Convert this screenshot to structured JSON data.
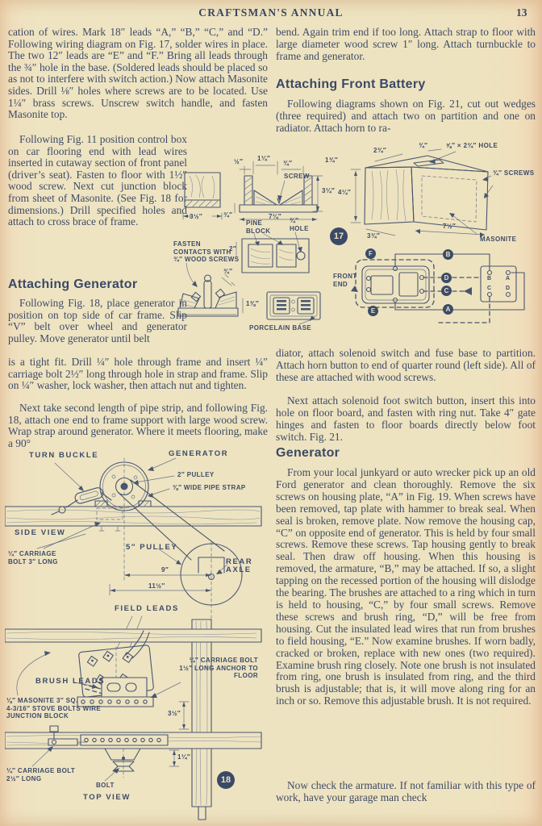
{
  "page": {
    "header": {
      "title": "CRAFTSMAN'S ANNUAL",
      "page_number": "13"
    }
  },
  "left_column": {
    "para1": "cation of wires.  Mark 18″ leads “A,” “B,” “C,” and “D.”  Following wiring diagram on Fig. 17, solder wires in place.  The two 12″ leads are “E” and “F.”  Bring all leads through the ¾″ hole in the base.  (Soldered leads should be placed so as not to interfere with switch action.)  Now attach Masonite sides.  Drill ⅛″ holes where screws are to be located.  Use 1¼″ brass screws. Unscrew switch handle, and fasten Masonite top.",
    "para2": "Following Fig. 11 position control box on car flooring end with lead wires inserted in cutaway section of front panel (driver’s seat). Fasten to floor with 1½″ wood screw. Next cut junction block from sheet of Masonite. (See Fig. 18 for dimensions.) Drill specified holes and attach to cross brace of frame.",
    "heading1": "Attaching Generator",
    "para3a": "Following Fig. 18, place generator in position on top side of car frame. Slip “V” belt over wheel and generator pulley. Move generator until belt",
    "para3b": "is a tight fit.  Drill ¼″ hole through frame and insert ¼″ carriage bolt 2½″ long through hole in strap and frame.  Slip on ¼″ washer, lock washer, then attach nut and tighten.",
    "para4": "Next take second length of pipe strip, and following Fig. 18, attach one end to frame support with large wood screw.  Wrap strap around generator.  Where it meets flooring, make a 90°"
  },
  "right_column": {
    "para1": "bend.  Again trim end if too long.  Attach strap to floor with large diameter wood screw 1″ long. Attach turnbuckle to frame and generator.",
    "heading1": "Attaching Front Battery",
    "para2": "Following diagrams shown on Fig. 21, cut out wedges (three required) and attach two on partition and one on radiator.  Attach horn to ra-",
    "para3": "diator, attach solenoid switch and fuse base to partition.  Attach horn button to end of quarter round (left side).  All of these are attached with wood screws.",
    "para4": "Next attach solenoid foot switch button, insert this into hole on floor board, and fasten with ring nut.  Take 4″ gate hinges and fasten to floor boards directly below foot switch. Fig. 21.",
    "heading2": "Generator",
    "para5": "From your local junkyard or auto wrecker pick up an old Ford generator and clean thoroughly.  Remove the six screws on housing plate, “A” in Fig. 19.  When screws have been removed, tap plate with hammer to break seal. When seal is broken, remove plate.  Now remove the housing cap, “C” on opposite end of generator.  This is held by four small screws.  Remove these screws.  Tap housing gently to break seal. Then draw off housing.  When this housing is removed, the armature, “B,” may be attached.  If so, a slight tapping on the recessed portion of the housing will dislodge the bearing.  The brushes are attached to a ring which in turn is held to housing, “C,” by four small screws.  Remove these screws and brush ring, “D,” will be free from housing.  Cut the insulated lead wires that run from brushes to field housing, “E.”  Now examine brushes.  If worn badly, cracked or broken, replace with new ones (two required). Examine brush ring closely.  Note one brush is not insulated from ring, one brush is insulated from ring, and the third brush is adjustable; that is, it will move along ring for an inch or so.  Remove this adjustable brush.  It is not required.",
    "para6": "Now check the armature. If not familiar with this type of work, have your garage man check"
  },
  "fig17": {
    "badge": "17",
    "labels": {
      "dim_3_5": "3½″",
      "dim_half": "½″",
      "dim_1_25": "1¼″",
      "dim_3q_top": "¾″",
      "screw": "SCREW",
      "dim_3_25": "3¼″",
      "dim_3q_base": "¾″",
      "dim_7_25": "7¼″",
      "pine_block": "PINE\nBLOCK",
      "hole_3q": "¾″\nHOLE",
      "dim_2": "2″",
      "fasten": "FASTEN\nCONTACTS WITH\n¾″ WOOD SCREWS",
      "dim_3q_diag": "¾″",
      "dim_1_38": "1⅜″",
      "porcelain": "PORCELAIN BASE",
      "dim_2_75": "2¾″",
      "dim_3q_box": "¾″",
      "slot": "⅝″ × 2¾″ HOLE",
      "screws_3q": "¾″ SCREWS",
      "dim_4_25": "4¼″",
      "dim_1_75": "1¾″",
      "dim_3_75": "3¾″",
      "dim_7_5": "7½″",
      "masonite": "MASONITE",
      "front_end": "FRONT\nEND"
    },
    "wiring": {
      "f": "F",
      "b": "B",
      "d": "D",
      "c": "C",
      "e": "E",
      "a": "A",
      "rb": "B",
      "ra": "A",
      "rc": "C",
      "rd": "D"
    }
  },
  "fig18": {
    "badge": "18",
    "labels": {
      "turn_buckle": "TURN BUCKLE",
      "generator": "GENERATOR",
      "pulley_2": "2″ PULLEY",
      "pipe_strap": "⅜″ WIDE PIPE STRAP",
      "side_view": "SIDE VIEW",
      "carriage_bolt_3": "¼″ CARRIAGE\nBOLT 3″ LONG",
      "pulley_5": "5″ PULLEY",
      "rear_axle": "REAR\nAXLE",
      "dim_9": "9″",
      "dim_11_5": "11½″",
      "field_leads": "FIELD LEADS",
      "brush_leads": "BRUSH LEADS",
      "anchor_bolt": "¼″ CARRIAGE BOLT\n1½″ LONG ANCHOR TO\nFLOOR",
      "junction_block": "⅛″ MASONITE 3″ SQ.\n4-3/16″ STOVE BOLTS WIRE\nJUNCTION BLOCK",
      "dim_3_5": "3½″",
      "dim_1_25": "1¼″",
      "carriage_bolt_2_5": "¼″ CARRIAGE BOLT\n2½″ LONG",
      "bolt": "BOLT",
      "top_view": "TOP VIEW"
    }
  }
}
